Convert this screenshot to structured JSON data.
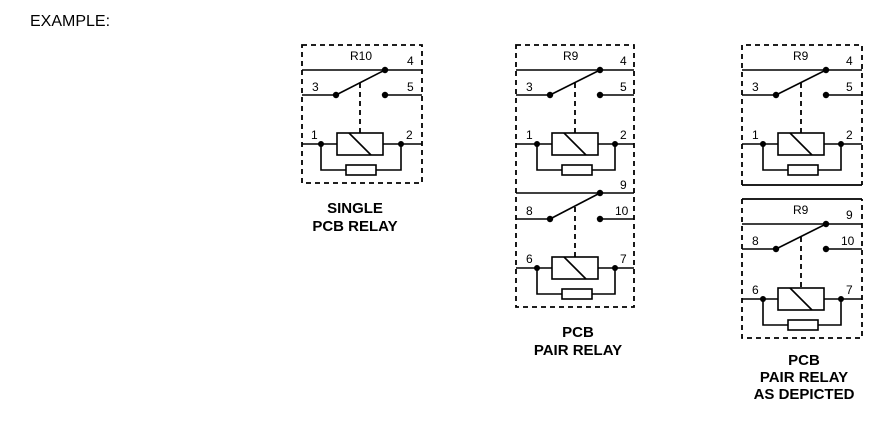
{
  "header": {
    "text": "EXAMPLE:"
  },
  "single": {
    "relay_label": "R10",
    "pins": {
      "common": "3",
      "no": "4",
      "nc": "5",
      "coil_left": "1",
      "coil_right": "2"
    },
    "caption": [
      "SINGLE",
      "PCB RELAY"
    ]
  },
  "pair": {
    "relay_label": "R9",
    "top_pins": {
      "common": "3",
      "no": "4",
      "nc": "5",
      "coil_left": "1",
      "coil_right": "2"
    },
    "bottom_pins": {
      "common": "8",
      "no": "9",
      "nc": "10",
      "coil_left": "6",
      "coil_right": "7"
    },
    "caption": [
      "PCB",
      "PAIR RELAY"
    ]
  },
  "depicted": {
    "top_label": "R9",
    "bottom_label": "R9",
    "top_pins": {
      "common": "3",
      "no": "4",
      "nc": "5",
      "coil_left": "1",
      "coil_right": "2"
    },
    "bottom_pins": {
      "common": "8",
      "no": "9",
      "nc": "10",
      "coil_left": "6",
      "coil_right": "7"
    },
    "caption": [
      "PCB",
      "PAIR RELAY",
      "AS DEPICTED"
    ]
  }
}
